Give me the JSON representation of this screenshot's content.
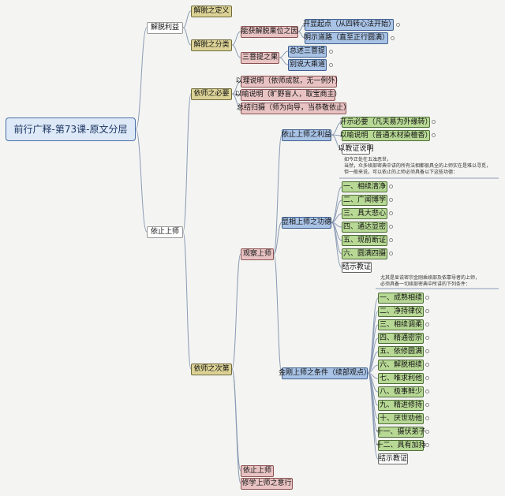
{
  "root": "前行广释-第73课-原文分层",
  "l1": {
    "a": "解脱利益",
    "b": "依止上师"
  },
  "l2": {
    "a1": "解脱之定义",
    "a2": "解脱之分类",
    "b1": "依师之必要",
    "b2": "依师之次第"
  },
  "l3": {
    "a2_1": "能获解脱果位之因",
    "a2_2": "三菩提之果",
    "b1_1": "以理说明（依师成就，无一例外）",
    "b1_2": "以喻说明（旷野盲人，取宝商主）",
    "b1_3": "总结归摄（师为向导，当恭敬依止）",
    "b2_1": "观察上师",
    "b2_2": "依止上师",
    "b2_3": "修学上师之意行"
  },
  "l4": {
    "a2_1_1": "开显起点（从四转心法开始）",
    "a2_1_2": "明示道路（直至正行圆满）",
    "a2_2_1": "总述三菩提",
    "a2_2_2": "别说大乘道",
    "obs1": "依止上师之利益",
    "obs2": "显相上师之功德",
    "obs3": "金刚上师之条件（续部观点）"
  },
  "l5": {
    "benefit": [
      "开示必要（凡夫易为外缘转）",
      "以喻说明（普通木材染檀香）",
      "以教证说明"
    ],
    "note1": [
      "如今正处在五浊恶世，",
      "当然，众多续部密典中讲的所有法相都很具全的上师实在是难以寻觅，",
      "但一般来说，可以依止的上师必须具备以下这些功德："
    ],
    "virtues": [
      "一、相续清净",
      "二、广闻博学",
      "三、具大悲心",
      "四、通达显密",
      "五、现前断证",
      "六、圆满四摄",
      "结示教证"
    ],
    "note2": [
      "尤其是显说密宗金刚乘续部及依靠导者的上师，",
      "必须具备一切续部密典中所讲的下列条件："
    ],
    "conditions": [
      "一、成熟相续",
      "二、净持律仪",
      "三、相续调柔",
      "四、精通密宗",
      "五、依修圆满",
      "六、解脱相续",
      "七、唯求利他",
      "八、极事鲜少",
      "九、精进修持",
      "十、厌世劝他",
      "十一、摄伏弟子",
      "十二、具有加持",
      "结示教证"
    ]
  },
  "colors": {
    "gold": "#dcd296",
    "pink": "#e9c3c3",
    "blue": "#a9c3e6",
    "green": "#b8d995",
    "line": "#8c9bb5"
  }
}
